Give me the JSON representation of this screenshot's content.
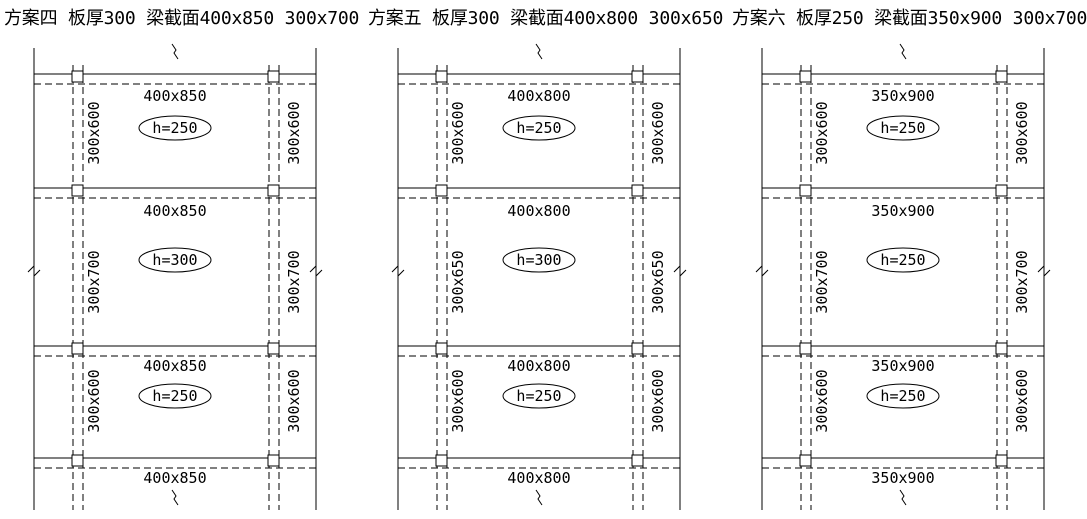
{
  "panels": [
    {
      "title": "方案四 板厚300 梁截面400x850 300x700",
      "top_beam": "400x850",
      "bays": [
        {
          "beam": "400x850",
          "slab": "h=250",
          "side": "300x600"
        },
        {
          "beam": "400x850",
          "slab": "h=300",
          "side": "300x700"
        },
        {
          "beam": "400x850",
          "slab": "h=250",
          "side": "300x600"
        }
      ],
      "bottom_beam": "400x850"
    },
    {
      "title": "方案五 板厚300 梁截面400x800 300x650",
      "top_beam": "400x800",
      "bays": [
        {
          "beam": "400x800",
          "slab": "h=250",
          "side": "300x600"
        },
        {
          "beam": "400x800",
          "slab": "h=300",
          "side": "300x650"
        },
        {
          "beam": "400x800",
          "slab": "h=250",
          "side": "300x600"
        }
      ],
      "bottom_beam": "400x800"
    },
    {
      "title": "方案六 板厚250 梁截面350x900 300x700",
      "top_beam": "350x900",
      "bays": [
        {
          "beam": "350x900",
          "slab": "h=250",
          "side": "300x600"
        },
        {
          "beam": "350x900",
          "slab": "h=250",
          "side": "300x700"
        },
        {
          "beam": "350x900",
          "slab": "h=250",
          "side": "300x600"
        }
      ],
      "bottom_beam": "350x900"
    }
  ]
}
